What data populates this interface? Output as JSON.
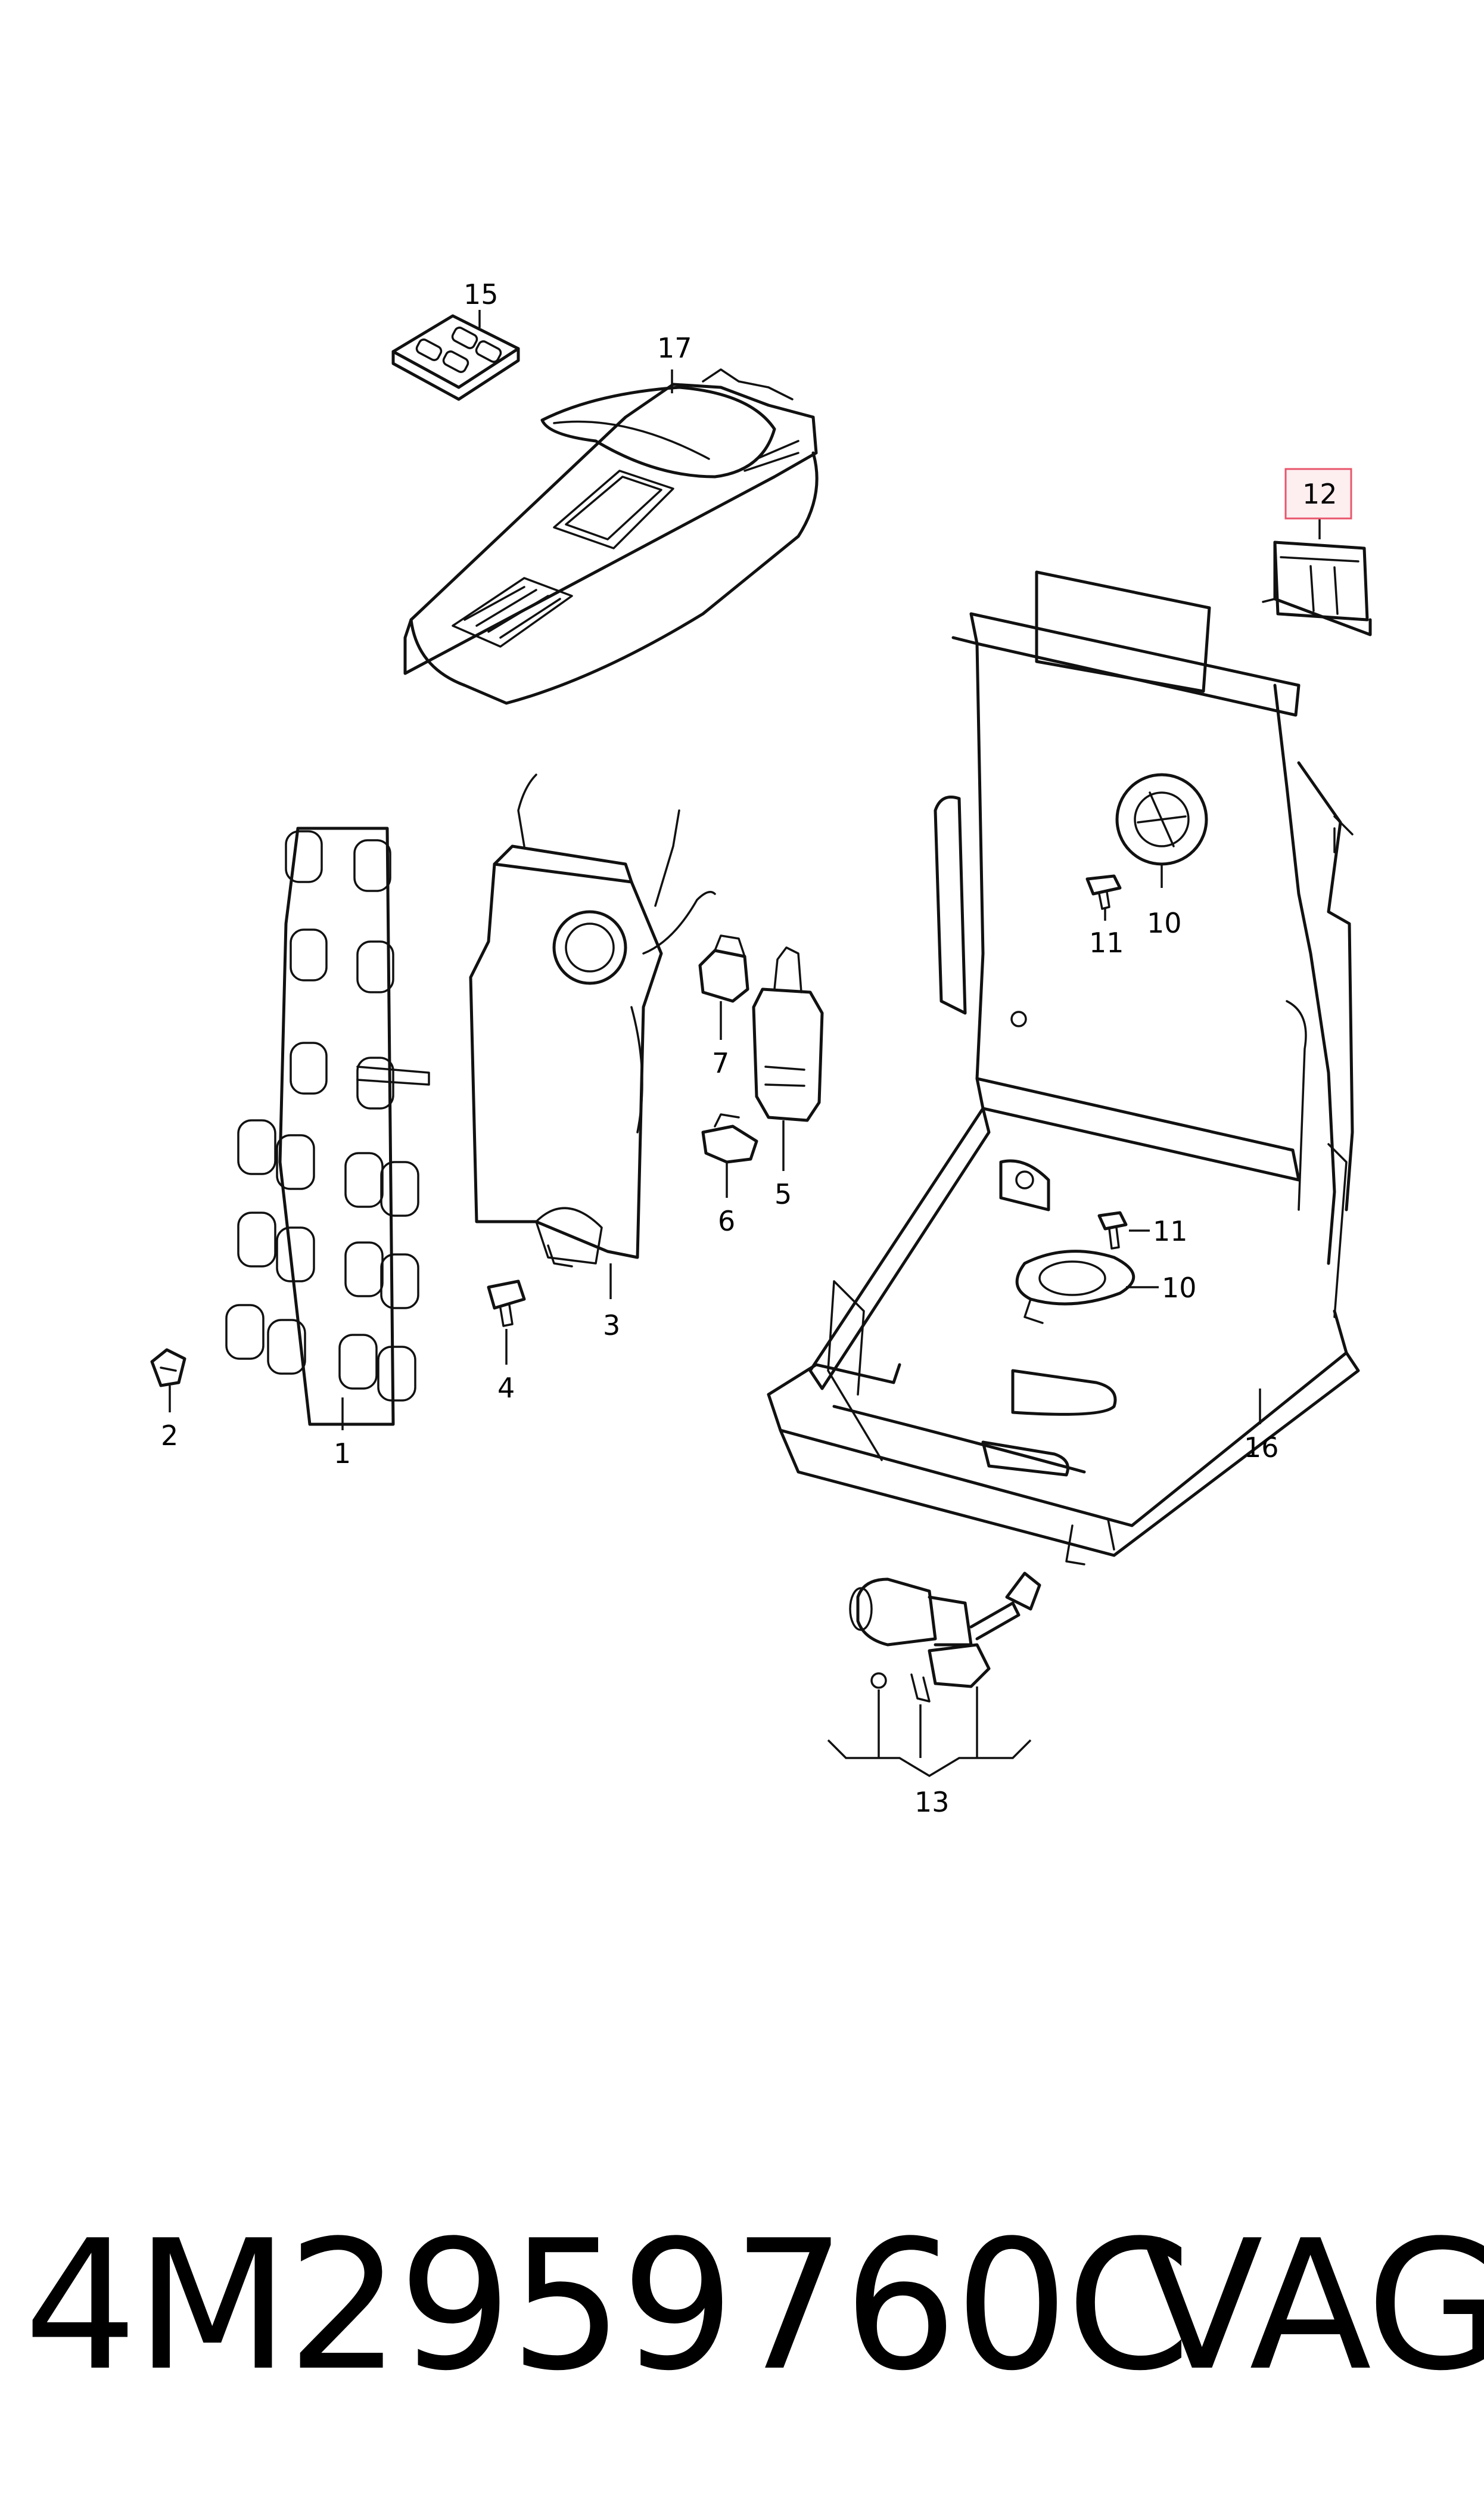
{
  "callouts": {
    "c1": "1",
    "c2": "2",
    "c3": "3",
    "c4": "4",
    "c5": "5",
    "c6": "6",
    "c7": "7",
    "c10a": "10",
    "c10b": "10",
    "c11a": "11",
    "c11b": "11",
    "c12": "12",
    "c13": "13",
    "c15": "15",
    "c16": "16",
    "c17": "17"
  },
  "highlight_color": "#e8556a",
  "footer": {
    "part_number": "4M2959760C",
    "brand": "VAG"
  }
}
